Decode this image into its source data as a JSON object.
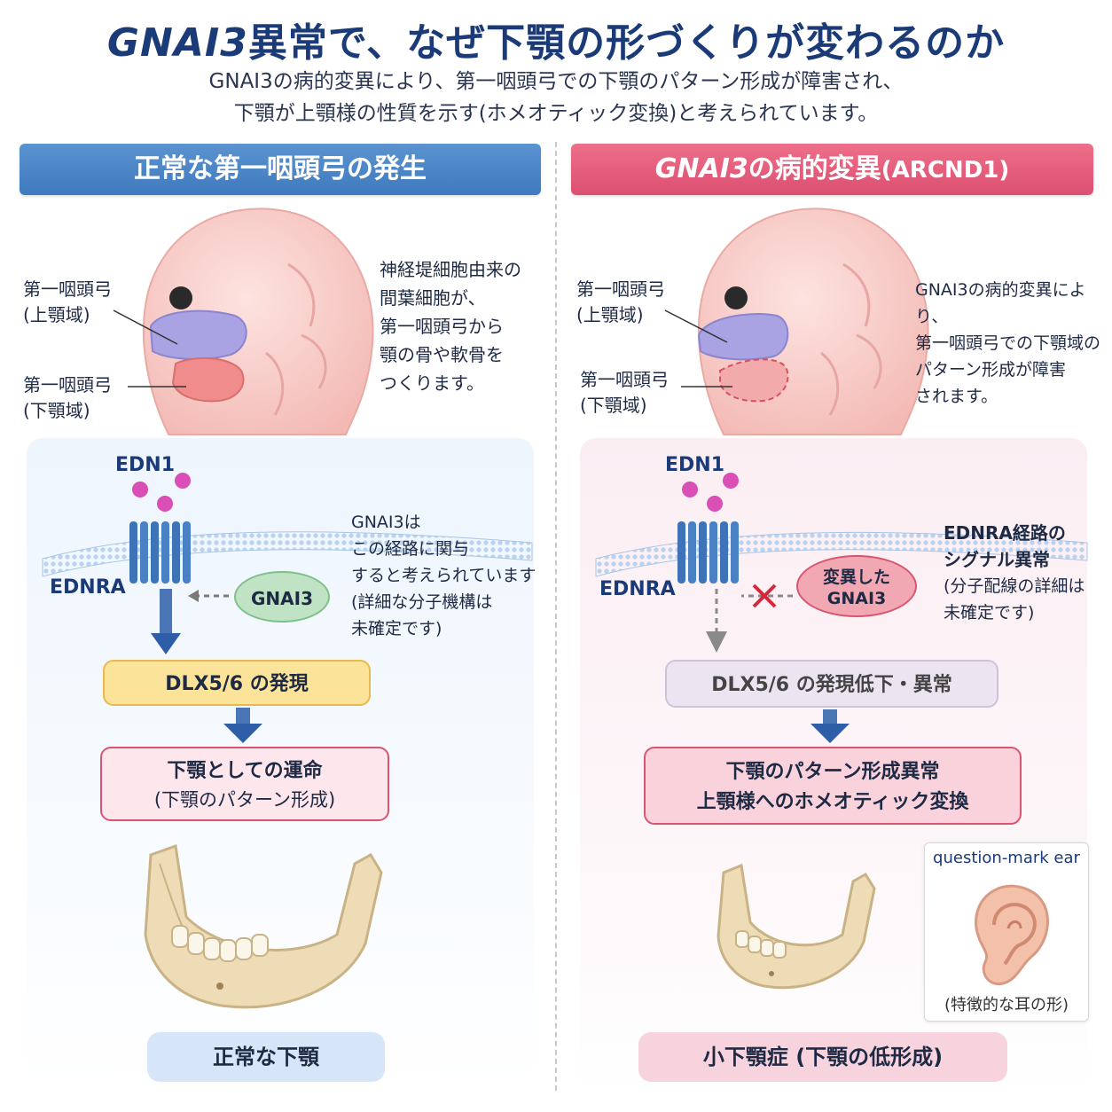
{
  "header": {
    "title_prefix": "GNAI3",
    "title_rest": "異常で、なぜ下顎の形づくりが変わるのか",
    "subtitle_line1": "GNAI3の病的変異により、第一咽頭弓での下顎のパターン形成が障害され、",
    "subtitle_line2": "下顎が上顎様の性質を示す(ホメオティック変換)と考えられています。"
  },
  "left": {
    "heading": "正常な第一咽頭弓の発生",
    "label_upper_1": "第一咽頭弓",
    "label_upper_2": "(上顎域)",
    "label_lower_1": "第一咽頭弓",
    "label_lower_2": "(下顎域)",
    "note_1": "神経堤細胞由来の",
    "note_2": "間葉細胞が、",
    "note_3": "第一咽頭弓から",
    "note_4": "顎の骨や軟骨を",
    "note_5": "つくります。",
    "ligand": "EDN1",
    "receptor": "EDNRA",
    "gnai3": "GNAI3",
    "gnai3_note_1": "GNAI3は",
    "gnai3_note_2": "この経路に関与",
    "gnai3_note_3": "すると考えられています",
    "gnai3_note_4": "(詳細な分子機構は",
    "gnai3_note_5": "未確定です)",
    "dlx": "DLX5/6 の発現",
    "fate_1": "下顎としての運命",
    "fate_2": "(下顎のパターン形成)",
    "result": "正常な下顎"
  },
  "right": {
    "heading_italic": "GNAI3",
    "heading_rest": "の病的変異",
    "heading_small": "(ARCND1)",
    "label_upper_1": "第一咽頭弓",
    "label_upper_2": "(上顎域)",
    "label_lower_1": "第一咽頭弓",
    "label_lower_2": "(下顎域)",
    "note_1": "GNAI3の病的変異により、",
    "note_2": "第一咽頭弓での下顎域の",
    "note_3": "パターン形成が障害",
    "note_4": "されます。",
    "ligand": "EDN1",
    "receptor": "EDNRA",
    "mutant_1": "変異した",
    "mutant_2": "GNAI3",
    "signal_note_1": "EDNRA経路の",
    "signal_note_2": "シグナル異常",
    "signal_note_3": "(分子配線の詳細は",
    "signal_note_4": "未確定です)",
    "dlx": "DLX5/6 の発現低下・異常",
    "fate_1": "下顎のパターン形成異常",
    "fate_2": "上顎様へのホメオティック変換",
    "ear_title": "question-mark ear",
    "ear_caption": "(特徴的な耳の形)",
    "result": "小下顎症 (下顎の低形成)"
  },
  "colors": {
    "title": "#1b3a78",
    "left_accent": "#4a86c7",
    "right_accent": "#e15f7c",
    "maxilla": "#a9a3e3",
    "mandible": "#f08c8c",
    "receptor": "#3f73b8",
    "ligand": "#d94fb6"
  },
  "icons": [
    "embryo-head-illustration",
    "receptor-icon",
    "ligand-dots-icon",
    "inhibition-x-icon",
    "down-arrow-icon",
    "mandible-illustration",
    "ear-illustration"
  ]
}
